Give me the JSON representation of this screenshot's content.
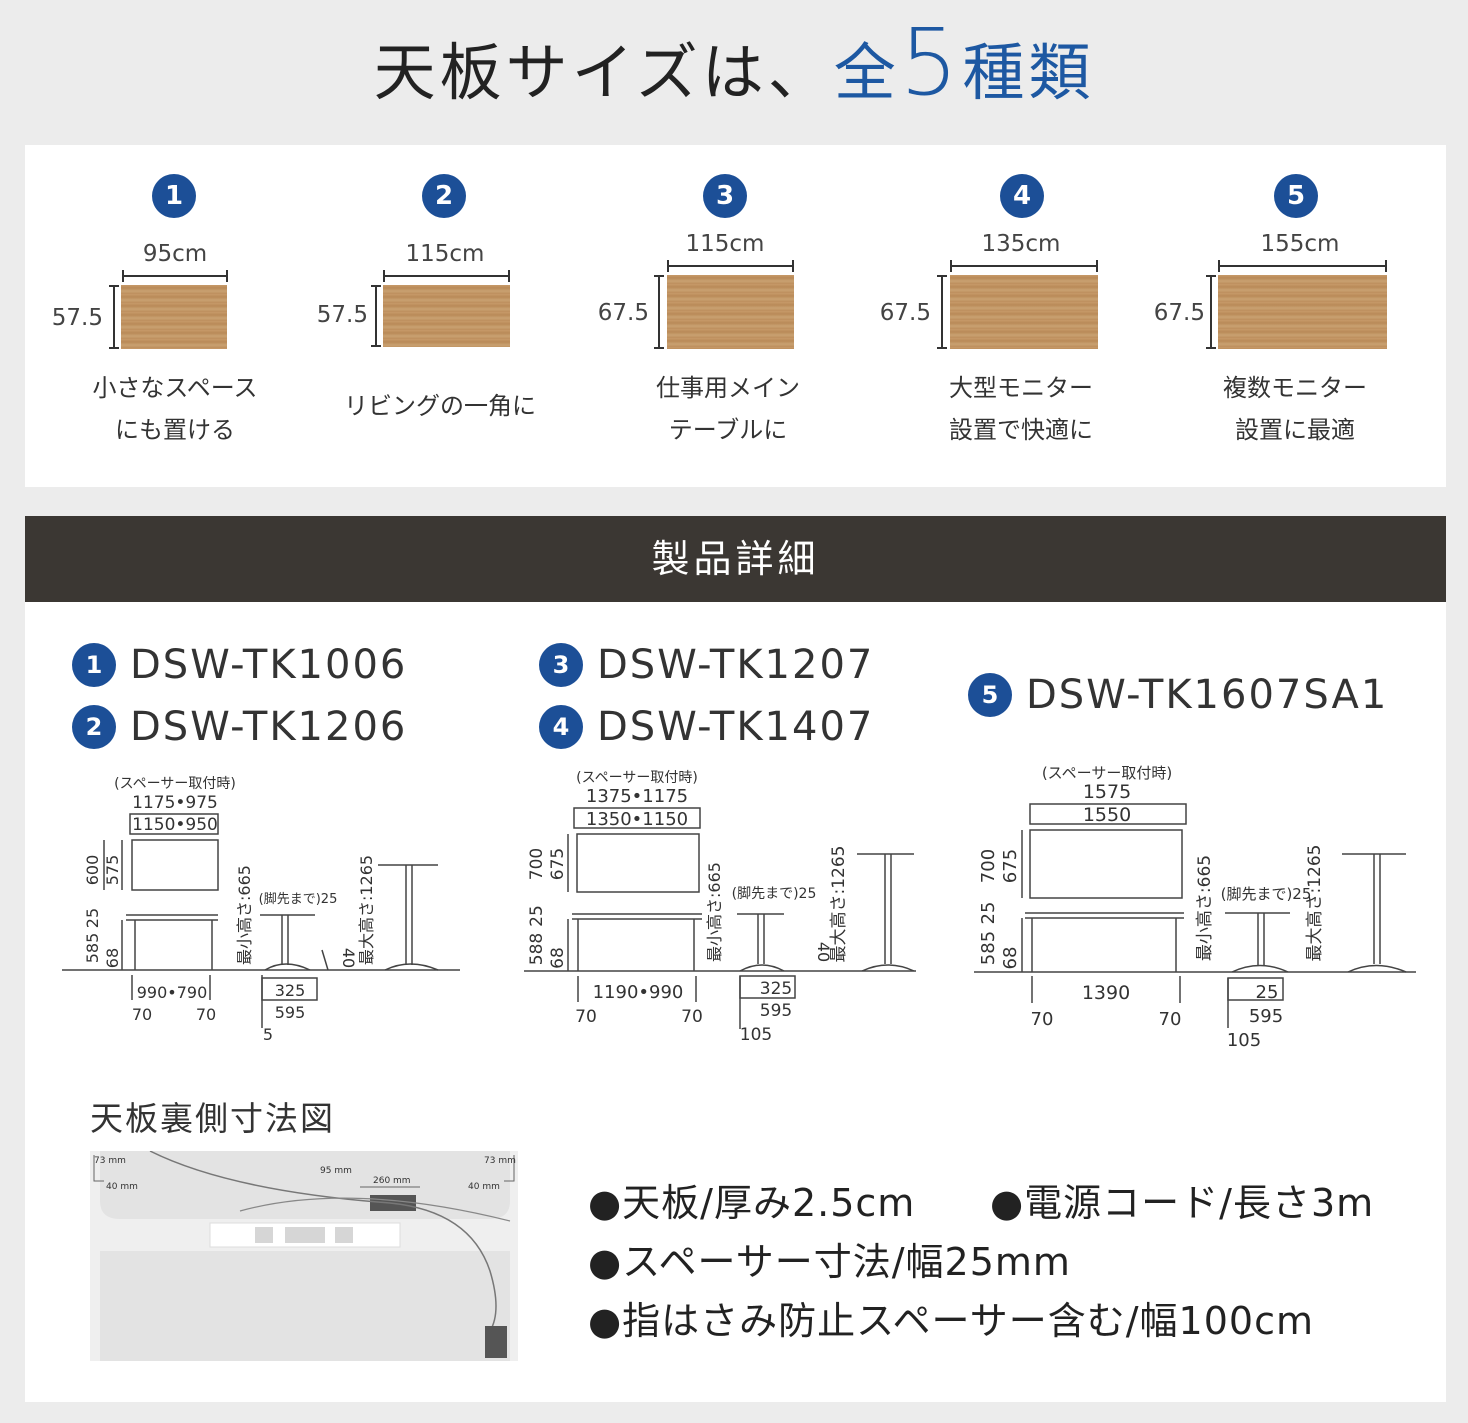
{
  "title": {
    "prefix": "天板サイズは、",
    "accent": "全",
    "number": "5",
    "suffix": "種類"
  },
  "sizes": [
    {
      "num": "1",
      "width": "95cm",
      "depth": "57.5",
      "desc1": "小さなスペース",
      "desc2": "にも置ける"
    },
    {
      "num": "2",
      "width": "115cm",
      "depth": "57.5",
      "desc1": "リビングの一角に",
      "desc2": ""
    },
    {
      "num": "3",
      "width": "115cm",
      "depth": "67.5",
      "desc1": "仕事用メイン",
      "desc2": "テーブルに"
    },
    {
      "num": "4",
      "width": "135cm",
      "depth": "67.5",
      "desc1": "大型モニター",
      "desc2": "設置で快適に"
    },
    {
      "num": "5",
      "width": "155cm",
      "depth": "67.5",
      "desc1": "複数モニター",
      "desc2": "設置に最適"
    }
  ],
  "section_title": "製品詳細",
  "models": [
    {
      "num": "1",
      "code": "DSW-TK1006"
    },
    {
      "num": "2",
      "code": "DSW-TK1206"
    },
    {
      "num": "3",
      "code": "DSW-TK1207"
    },
    {
      "num": "4",
      "code": "DSW-TK1407"
    },
    {
      "num": "5",
      "code": "DSW-TK1607SA1"
    }
  ],
  "diagrams": [
    {
      "spacer_note": "(スペーサー取付時)",
      "outer_w": "1175•975",
      "inner_w": "1150•950",
      "d_outer": "600",
      "d_inner": "575",
      "t_spacer": "25",
      "h_a": "585",
      "h_b": "68",
      "min_h": "最小高さ:665",
      "max_h": "最大高さ:1265",
      "foot_note": "(脚先まで)25",
      "side_40": "40",
      "base_w": "990•790",
      "leg_l": "70",
      "leg_r": "70",
      "foot_a": "325",
      "foot_b": "595",
      "foot_c": "5"
    },
    {
      "spacer_note": "(スペーサー取付時)",
      "outer_w": "1375•1175",
      "inner_w": "1350•1150",
      "d_outer": "700",
      "d_inner": "675",
      "t_spacer": "25",
      "h_a": "588",
      "h_b": "68",
      "min_h": "最小高さ:665",
      "max_h": "最大高さ:1265",
      "foot_note": "(脚先まで)25",
      "side_40": "40",
      "base_w": "1190•990",
      "leg_l": "70",
      "leg_r": "70",
      "foot_a": "325",
      "foot_b": "595",
      "foot_c": "105"
    },
    {
      "spacer_note": "(スペーサー取付時)",
      "outer_w": "1575",
      "inner_w": "1550",
      "d_outer": "700",
      "d_inner": "675",
      "t_spacer": "25",
      "h_a": "585",
      "h_b": "68",
      "min_h": "最小高さ:665",
      "max_h": "最大高さ:1265",
      "foot_note": "(脚先まで)25",
      "base_w": "1390",
      "leg_l": "70",
      "leg_r": "70",
      "foot_a": "25",
      "foot_b": "595",
      "foot_c": "105"
    }
  ],
  "underside": {
    "title": "天板裏側寸法図",
    "labels": {
      "tl": "73 mm",
      "tl2": "40 mm",
      "mid": "95 mm",
      "center": "260 mm",
      "tr": "73 mm",
      "tr2": "40 mm"
    }
  },
  "specs": {
    "line1a": "●天板/厚み2.5cm",
    "line1b": "●電源コード/長さ3m",
    "line2": "●スペーサー寸法/幅25mm",
    "line3": "●指はさみ防止スペーサー含む/幅100cm"
  },
  "colors": {
    "accent": "#1d58a2",
    "badge": "#1c4f97",
    "bar": "#3b3733",
    "wood": "#c79a69"
  }
}
